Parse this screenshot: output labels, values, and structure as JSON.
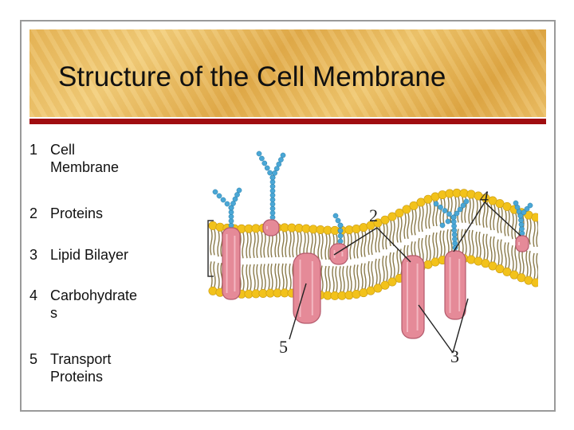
{
  "slide": {
    "title": "Structure of the Cell Membrane",
    "accent_color": "#a00d10"
  },
  "legend": {
    "items": [
      {
        "number": "1",
        "label_line1": "Cell",
        "label_line2": "Membrane"
      },
      {
        "number": "2",
        "label_line1": "Proteins",
        "label_line2": ""
      },
      {
        "number": "3",
        "label_line1": "Lipid Bilayer",
        "label_line2": ""
      },
      {
        "number": "4",
        "label_line1": "Carbohydrate",
        "label_line2": "s"
      },
      {
        "number": "5",
        "label_line1": "Transport",
        "label_line2": "Proteins"
      }
    ]
  },
  "diagram": {
    "callouts": {
      "c2": "2",
      "c3": "3",
      "c4": "4",
      "c5": "5"
    },
    "colors": {
      "lipid_head": "#f2c21b",
      "lipid_tail": "#8a7a4a",
      "protein": "#e58a98",
      "carbohydrate": "#4aa7d6"
    }
  }
}
